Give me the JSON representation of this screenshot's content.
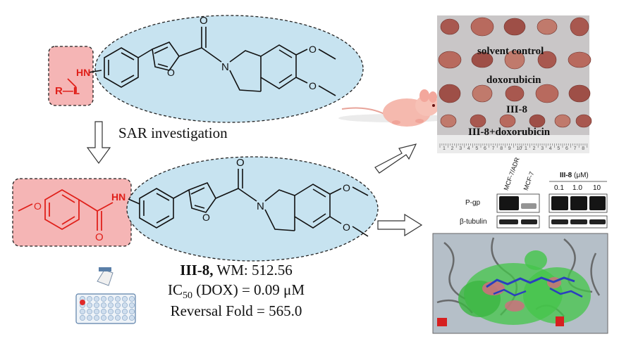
{
  "left_panel": {
    "top_structure": {
      "amine_label": "HN",
      "linker_label": "R—L"
    },
    "sar_label": "SAR investigation",
    "bottom_structure": {
      "amide_label": "HN"
    },
    "compound": {
      "name": "III-8,",
      "mw": " WM: 512.56",
      "ic50_prefix": "IC",
      "ic50_sub": "50",
      "ic50_rest": " (DOX) = 0.09 μM",
      "reversal": "Reversal Fold = 565.0"
    }
  },
  "tumor_photo": {
    "labels": [
      "solvent control",
      "doxorubicin",
      "III-8",
      "III-8+doxorubicin"
    ],
    "ruler_numbers": [
      "1",
      "2",
      "3",
      "4",
      "5",
      "6",
      "7",
      "8",
      "9",
      "10",
      "1",
      "2",
      "3",
      "4",
      "5",
      "6",
      "7",
      "8"
    ]
  },
  "western_blot": {
    "lane_labels": [
      "MCF-7/ADR",
      "MCF-7"
    ],
    "treatment_prefix": "III-8",
    "treatment_unit": " (μM)",
    "concentrations": [
      "0.1",
      "1.0",
      "10"
    ],
    "protein_labels": [
      "P-gp",
      "β-tubulin"
    ]
  },
  "colors": {
    "pink_fill": "#f5b5b5",
    "blue_fill": "#c7e3f0",
    "red_struct": "#e0201a",
    "dock_green": "#44c64a",
    "dock_bg": "#b5bfc8"
  }
}
